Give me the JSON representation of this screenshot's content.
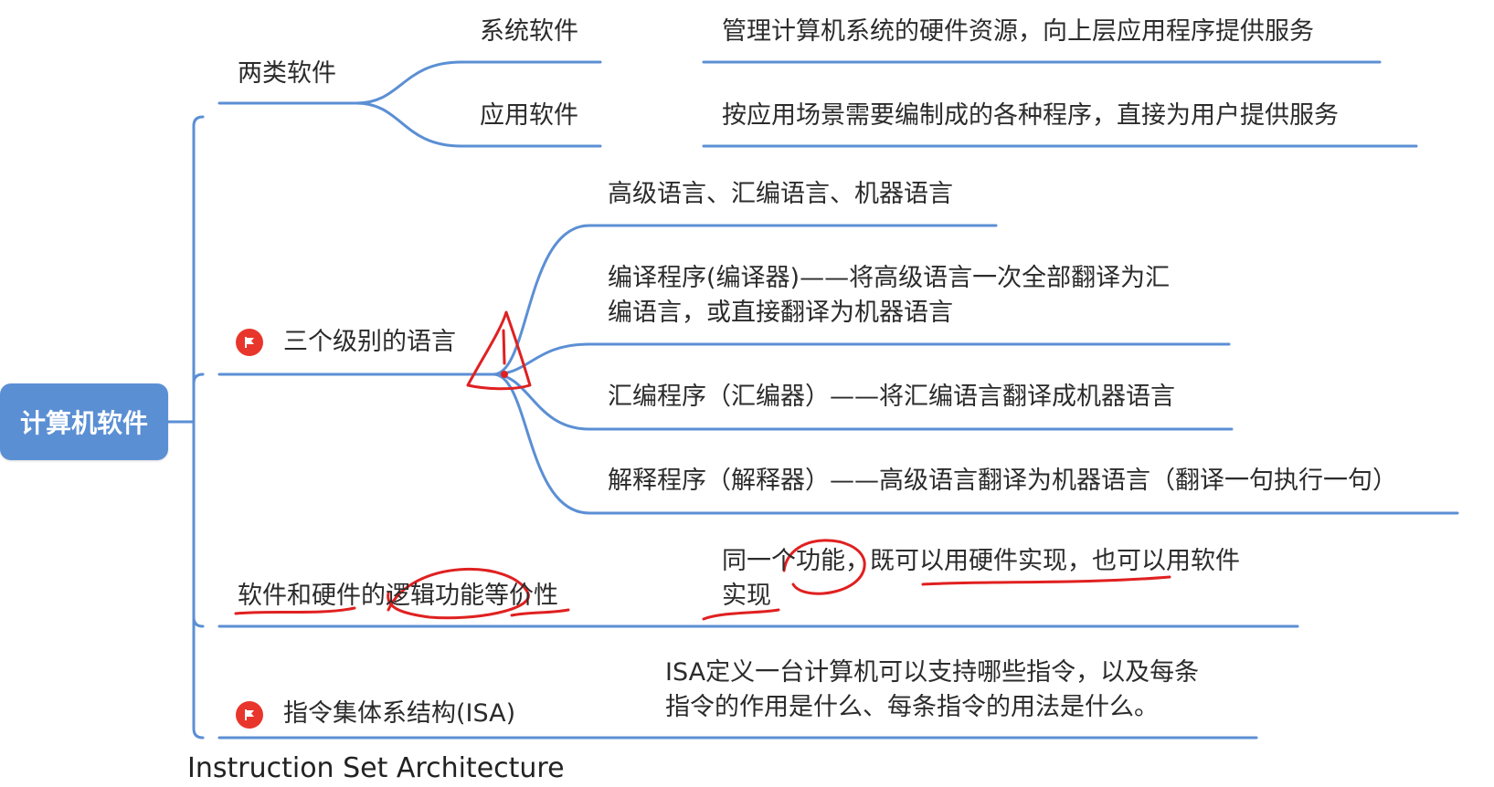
{
  "root": {
    "label": "计算机软件"
  },
  "branches": [
    {
      "label": "两类软件",
      "children": [
        {
          "label": "系统软件",
          "detail": "管理计算机系统的硬件资源，向上层应用程序提供服务"
        },
        {
          "label": "应用软件",
          "detail": "按应用场景需要编制成的各种程序，直接为用户提供服务"
        }
      ]
    },
    {
      "label": "三个级别的语言",
      "flag": "red-flag-icon",
      "children": [
        {
          "detail": "高级语言、汇编语言、机器语言"
        },
        {
          "detail_lines": [
            "编译程序(编译器)——将高级语言一次全部翻译为汇",
            "编语言，或直接翻译为机器语言"
          ]
        },
        {
          "detail": "汇编程序（汇编器）——将汇编语言翻译成机器语言"
        },
        {
          "detail": "解释程序（解释器）——高级语言翻译为机器语言（翻译一句执行一句）"
        }
      ]
    },
    {
      "label": "软件和硬件的逻辑功能等价性",
      "children": [
        {
          "detail_lines": [
            "同一个功能，既可以用硬件实现，也可以用软件",
            "实现"
          ]
        }
      ]
    },
    {
      "label": "指令集体系结构(ISA)",
      "flag": "red-flag-icon",
      "children": [
        {
          "detail_lines": [
            "ISA定义一台计算机可以支持哪些指令，以及每条",
            "指令的作用是什么、每条指令的用法是什么。"
          ]
        }
      ]
    }
  ],
  "annotation": {
    "warning_mark": "!"
  },
  "footer": "Instruction Set Architecture",
  "colors": {
    "root": "#5b8fd4",
    "line": "#5b8fd4",
    "ink": "#e02020",
    "flag": "#e8362c"
  }
}
